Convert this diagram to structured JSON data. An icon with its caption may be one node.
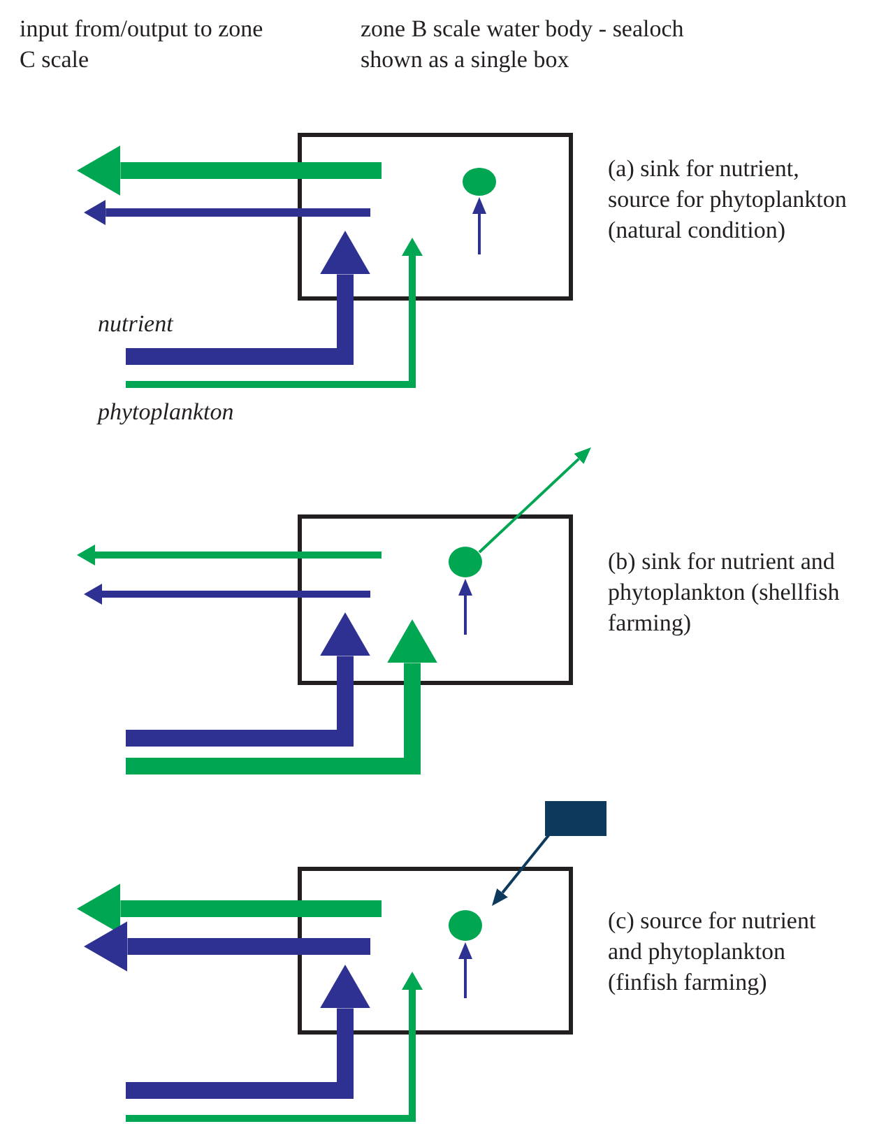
{
  "diagram": {
    "nodes": [
      {
        "text": [],
        "shape": "box",
        "beside": [
          "(a) sink for nutrient, source for phytoplankton (natural condition)"
        ]
      },
      {
        "text": [],
        "shape": "circle",
        "in": 0
      },
      {
        "text": [],
        "shape": "box",
        "beside": [
          "(b) sink for nutrient and phytoplankton (shellfish farming)"
        ]
      },
      {
        "text": [],
        "shape": "circle",
        "in": 2
      },
      {
        "text": [],
        "shape": "box",
        "beside": [
          "(c) source for nutrient and phytoplankton (finfish farming)"
        ]
      },
      {
        "text": [],
        "shape": "circle",
        "in": 4
      },
      {
        "text": [],
        "shape": "box"
      }
    ],
    "edges": [
      {
        "from": 0,
        "to": null,
        "arrow": "to",
        "style": "thick",
        "color": "#00a651"
      },
      {
        "from": 0,
        "to": null,
        "arrow": "to"
      },
      {
        "from": null,
        "to": 0,
        "arrow": "to",
        "style": "thick",
        "label": "nutrient"
      },
      {
        "from": null,
        "to": 0,
        "arrow": "to",
        "color": "#00a651",
        "label": "phytoplankton"
      },
      {
        "from": null,
        "to": 1,
        "arrow": "to"
      },
      {
        "from": 2,
        "to": null,
        "arrow": "to",
        "color": "#00a651"
      },
      {
        "from": 2,
        "to": null,
        "arrow": "to"
      },
      {
        "from": null,
        "to": 2,
        "arrow": "to",
        "style": "thick"
      },
      {
        "from": null,
        "to": 2,
        "arrow": "to",
        "style": "thick",
        "color": "#00a651"
      },
      {
        "from": null,
        "to": 3,
        "arrow": "to"
      },
      {
        "from": 3,
        "to": null,
        "arrow": "to",
        "color": "#00a651"
      },
      {
        "from": 4,
        "to": null,
        "arrow": "to",
        "style": "thick",
        "color": "#00a651"
      },
      {
        "from": 4,
        "to": null,
        "arrow": "to",
        "style": "thick"
      },
      {
        "from": null,
        "to": 4,
        "arrow": "to",
        "style": "thick"
      },
      {
        "from": null,
        "to": 4,
        "arrow": "to",
        "color": "#00a651"
      },
      {
        "from": null,
        "to": 5,
        "arrow": "to"
      },
      {
        "from": 6,
        "to": 5,
        "arrow": "to",
        "color": "#0d3a5c"
      }
    ],
    "labels": [
      "input from/output to zone C scale",
      "zone B scale water body - sealoch shown as a single box"
    ]
  }
}
